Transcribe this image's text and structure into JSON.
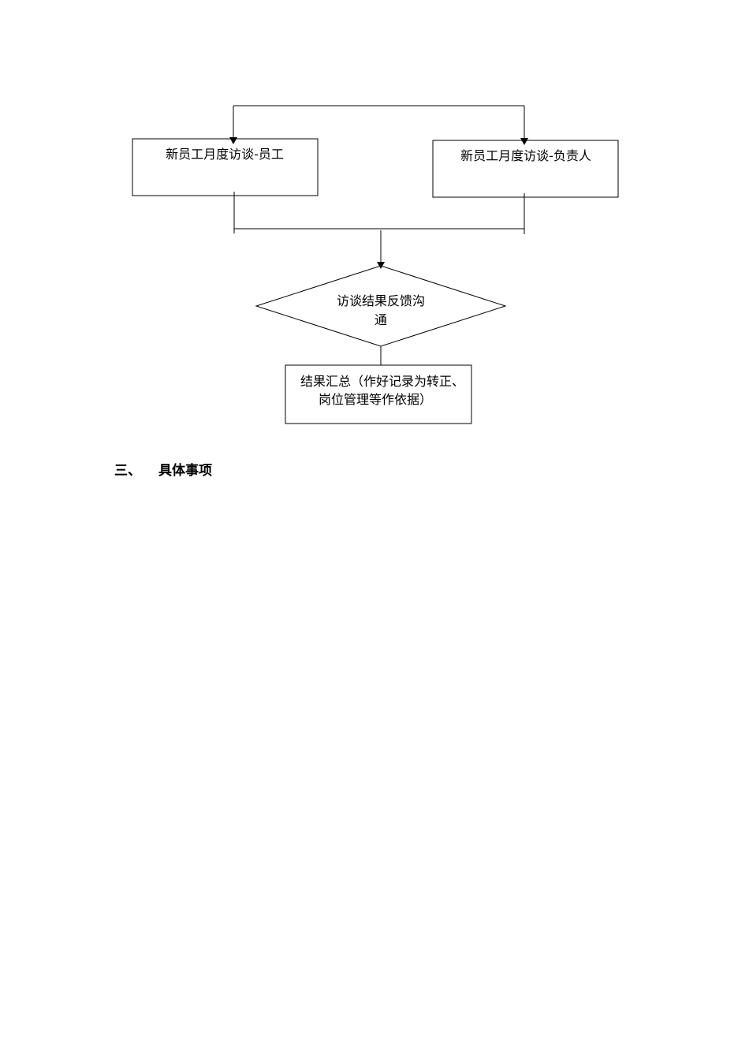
{
  "flowchart": {
    "node_employee": "新员工月度访谈-员工",
    "node_manager": "新员工月度访谈-负责人",
    "node_feedback_line1": "访谈结果反馈沟",
    "node_feedback_line2": "通",
    "node_summary_line1": "结果汇总（作好记录为转正、",
    "node_summary_line2": "岗位管理等作依据）"
  },
  "section": {
    "number": "三、",
    "title": "具体事项"
  },
  "colors": {
    "stroke": "#000000",
    "background": "#ffffff"
  }
}
